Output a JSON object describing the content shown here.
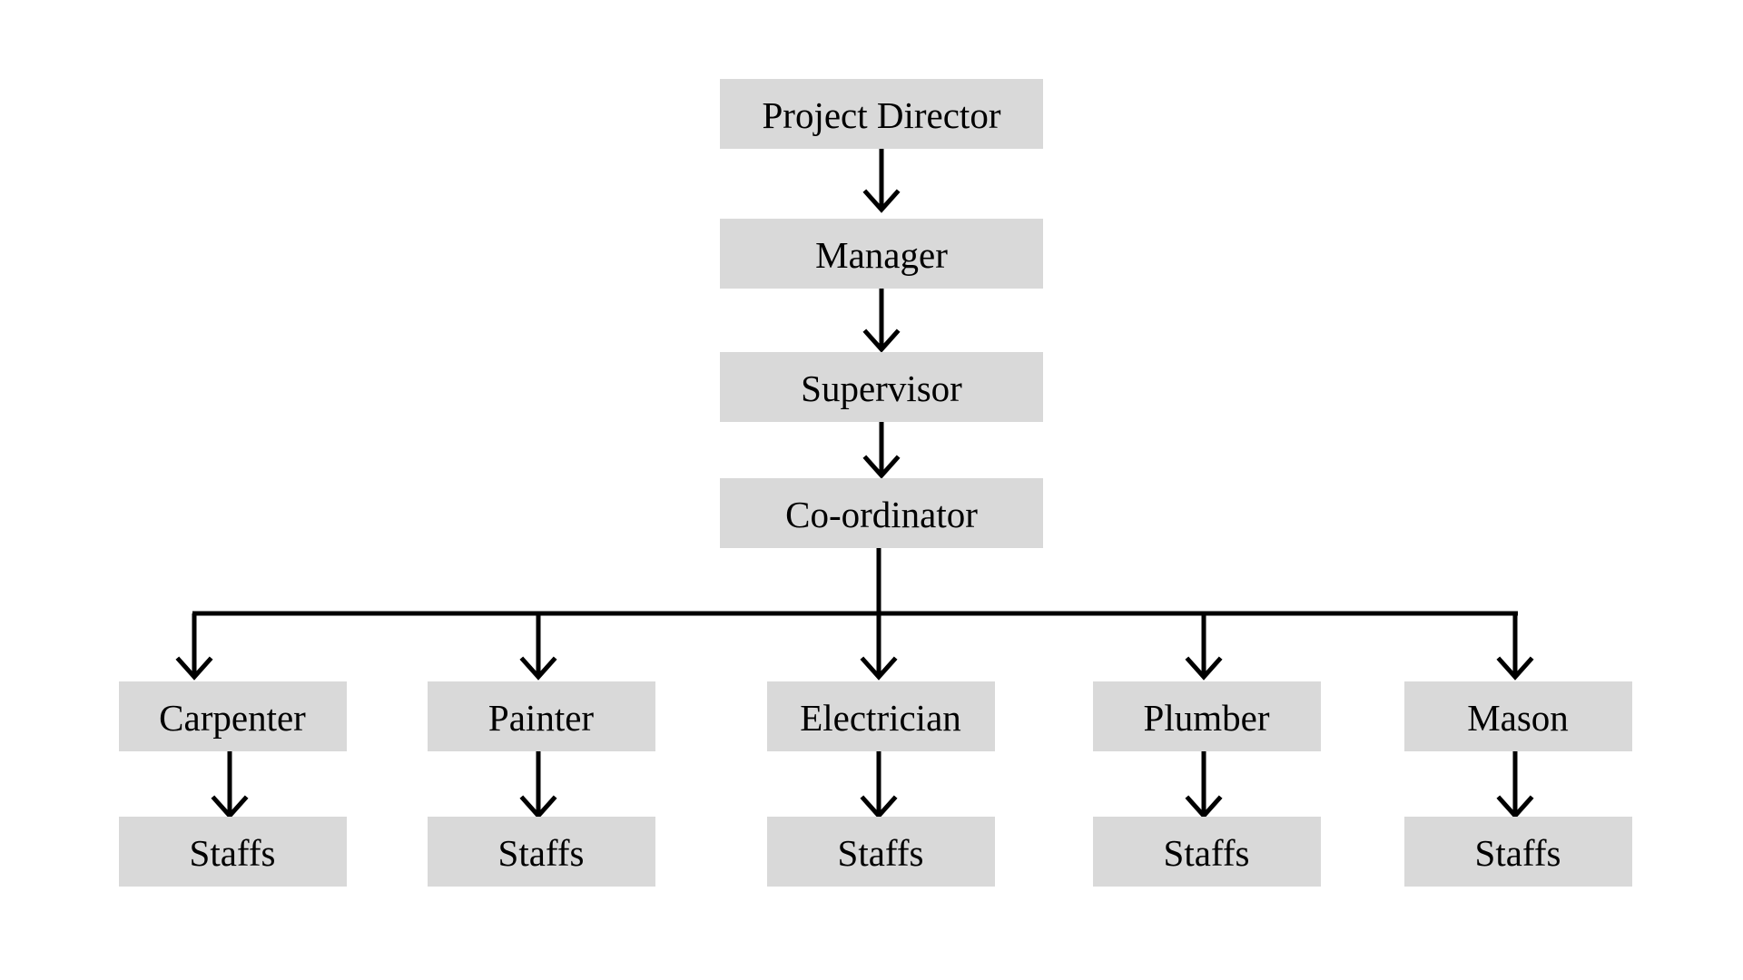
{
  "chart": {
    "nodes": {
      "director": "Project Director",
      "manager": "Manager",
      "supervisor": "Supervisor",
      "coordinator": "Co-ordinator",
      "carpenter": "Carpenter",
      "painter": "Painter",
      "electrician": "Electrician",
      "plumber": "Plumber",
      "mason": "Mason",
      "carpenter_staffs": "Staffs",
      "painter_staffs": "Staffs",
      "electrician_staffs": "Staffs",
      "plumber_staffs": "Staffs",
      "mason_staffs": "Staffs"
    },
    "colors": {
      "box_fill": "#d9d9d9",
      "line": "#000000",
      "text": "#000000"
    }
  }
}
